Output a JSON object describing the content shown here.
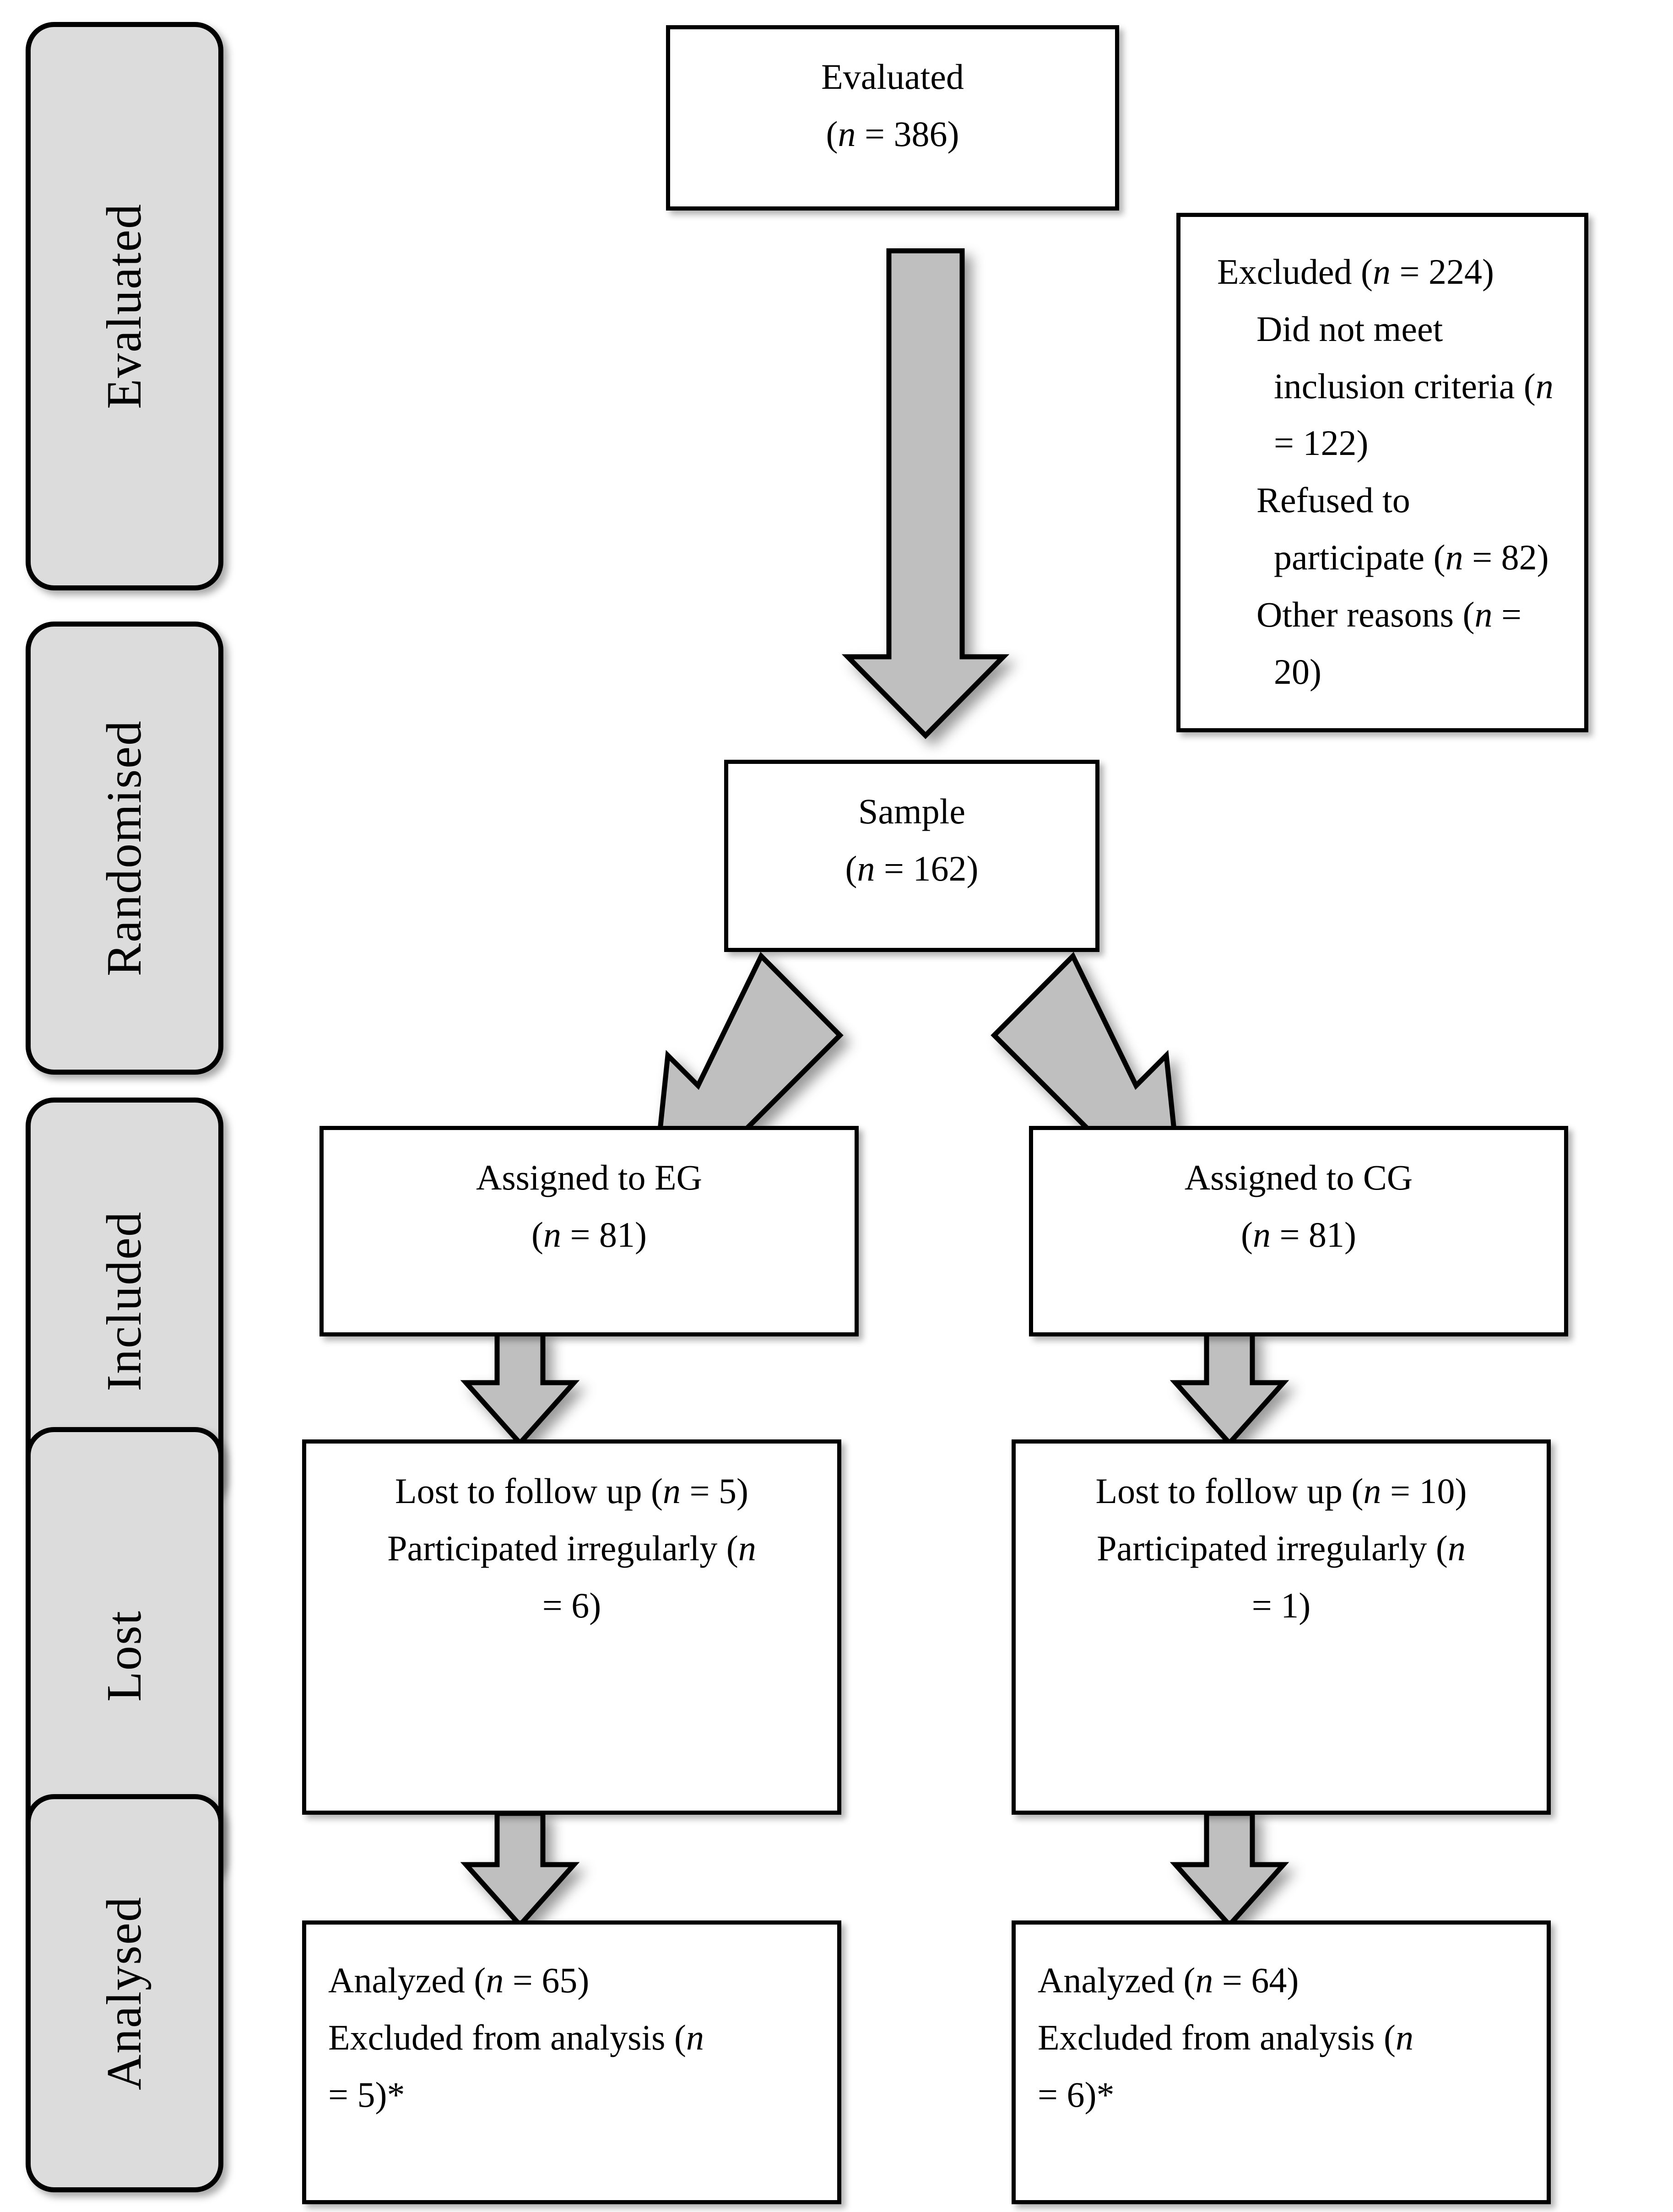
{
  "diagram": {
    "type": "consort-flow-diagram",
    "title": "",
    "footnote_marker": "*",
    "colors": {
      "stage_panel_fill": "#DCDCDC",
      "stage_panel_border": "#000000",
      "box_fill": "#FFFFFF",
      "box_border": "#000000",
      "arrow_fill": "#BFBFBF",
      "arrow_border": "#000000",
      "text": "#000000"
    }
  },
  "stages": [
    {
      "id": "stage-evaluated",
      "label": "Evaluated"
    },
    {
      "id": "stage-randomised",
      "label": "Randomised"
    },
    {
      "id": "stage-included",
      "label": "Included"
    },
    {
      "id": "stage-lost",
      "label": "Lost"
    },
    {
      "id": "stage-analysed",
      "label": "Analysed"
    }
  ],
  "boxes": {
    "evaluated": {
      "title": "Evaluated",
      "count_line": "(n = 386)",
      "n": 386
    },
    "excluded": {
      "heading": "Excluded (n = 224)",
      "n": 224,
      "reasons": [
        {
          "label": "Did not meet inclusion criteria (n = 122)",
          "n": 122
        },
        {
          "label": "Refused to participate (n = 82)",
          "n": 82
        },
        {
          "label": "Other reasons (n = 20)",
          "n": 20
        }
      ],
      "wrapped_lines": [
        "Excluded (n = 224)",
        "Did not meet",
        "inclusion criteria (n",
        "= 122)",
        "Refused to",
        "participate (n = 82)",
        "Other reasons (n =",
        "20)"
      ]
    },
    "sample": {
      "title": "Sample",
      "count_line": "(n = 162)",
      "n": 162
    },
    "assigned_eg": {
      "title": "Assigned to EG",
      "count_line": "(n = 81)",
      "n": 81
    },
    "assigned_cg": {
      "title": "Assigned to CG",
      "count_line": "(n = 81)",
      "n": 81
    },
    "lost_eg": {
      "lines": [
        "Lost to follow up (n = 5)",
        "Participated irregularly (n",
        "= 6)"
      ],
      "lost_to_follow_up": 5,
      "participated_irregularly": 6
    },
    "lost_cg": {
      "lines": [
        "Lost to follow up (n = 10)",
        "Participated irregularly (n",
        "= 1)"
      ],
      "lost_to_follow_up": 10,
      "participated_irregularly": 1
    },
    "analysed_eg": {
      "lines": [
        "Analyzed (n = 65)",
        "Excluded from analysis (n",
        "= 5)*"
      ],
      "analyzed": 65,
      "excluded_from_analysis": 5
    },
    "analysed_cg": {
      "lines": [
        "Analyzed (n = 64)",
        "Excluded from analysis (n",
        "= 6)*"
      ],
      "analyzed": 64,
      "excluded_from_analysis": 6
    }
  },
  "arrows": [
    {
      "id": "arrow-evaluated-to-sample",
      "from": "evaluated",
      "to": "sample",
      "direction": "down"
    },
    {
      "id": "arrow-sample-to-eg",
      "from": "sample",
      "to": "assigned_eg",
      "direction": "down-left"
    },
    {
      "id": "arrow-sample-to-cg",
      "from": "sample",
      "to": "assigned_cg",
      "direction": "down-right"
    },
    {
      "id": "arrow-eg-to-lost",
      "from": "assigned_eg",
      "to": "lost_eg",
      "direction": "down"
    },
    {
      "id": "arrow-cg-to-lost",
      "from": "assigned_cg",
      "to": "lost_cg",
      "direction": "down"
    },
    {
      "id": "arrow-lost-eg-to-analysed",
      "from": "lost_eg",
      "to": "analysed_eg",
      "direction": "down"
    },
    {
      "id": "arrow-lost-cg-to-analysed",
      "from": "lost_cg",
      "to": "analysed_cg",
      "direction": "down"
    }
  ]
}
